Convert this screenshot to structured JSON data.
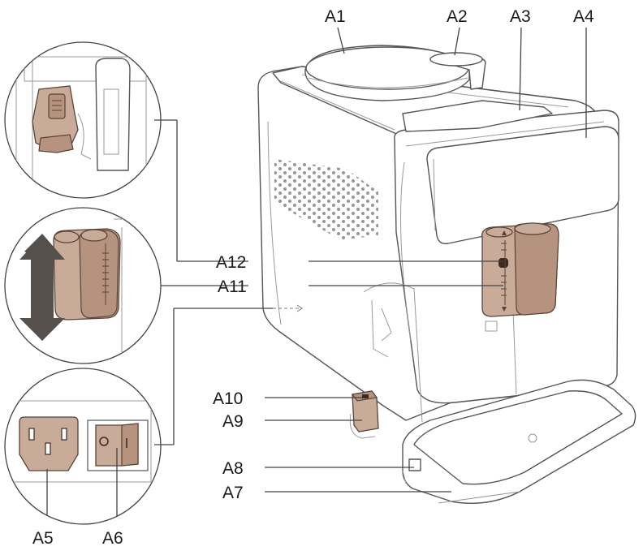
{
  "labels": {
    "a1": "A1",
    "a2": "A2",
    "a3": "A3",
    "a4": "A4",
    "a5": "A5",
    "a6": "A6",
    "a7": "A7",
    "a8": "A8",
    "a9": "A9",
    "a10": "A10",
    "a11": "A11",
    "a12": "A12"
  },
  "colors": {
    "part_fill": "#c9ab9a",
    "part_dark": "#b6937f",
    "outline": "#555555"
  }
}
